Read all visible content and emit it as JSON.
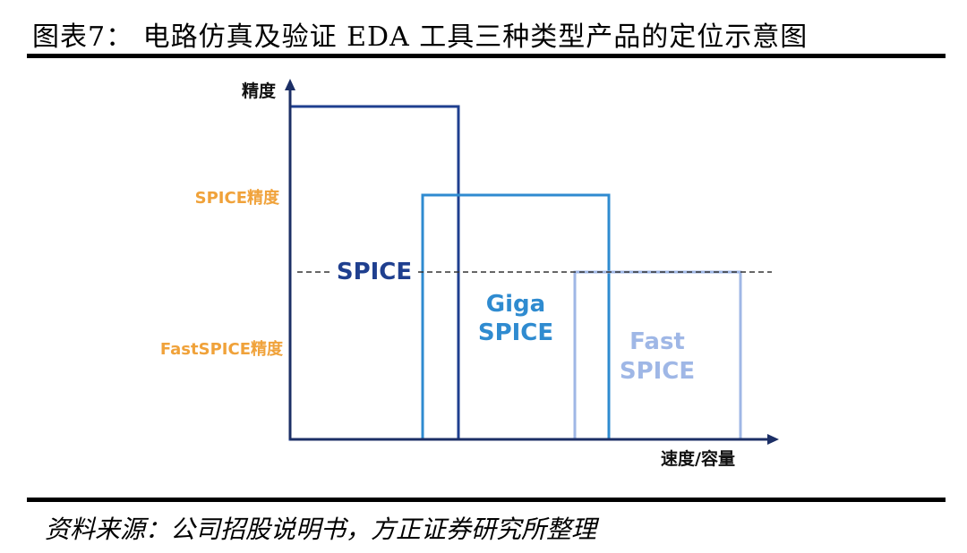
{
  "header": {
    "title": "图表7：  电路仿真及验证 EDA 工具三种类型产品的定位示意图"
  },
  "axes": {
    "y_label": "精度",
    "x_label": "速度/容量",
    "y_ticks": [
      "SPICE精度",
      "FastSPICE精度"
    ]
  },
  "products": [
    {
      "name_lines": [
        "SPICE"
      ],
      "color": "#1f3f8f"
    },
    {
      "name_lines": [
        "Giga",
        "SPICE"
      ],
      "color": "#2f8bd0"
    },
    {
      "name_lines": [
        "Fast",
        "SPICE"
      ],
      "color": "#9fb7e6"
    }
  ],
  "colors": {
    "axis": "#1c2f66",
    "tick_label": "#f0a23a",
    "dashed": "#333333"
  },
  "footer": {
    "source": "资料来源：公司招股说明书，方正证券研究所整理"
  }
}
